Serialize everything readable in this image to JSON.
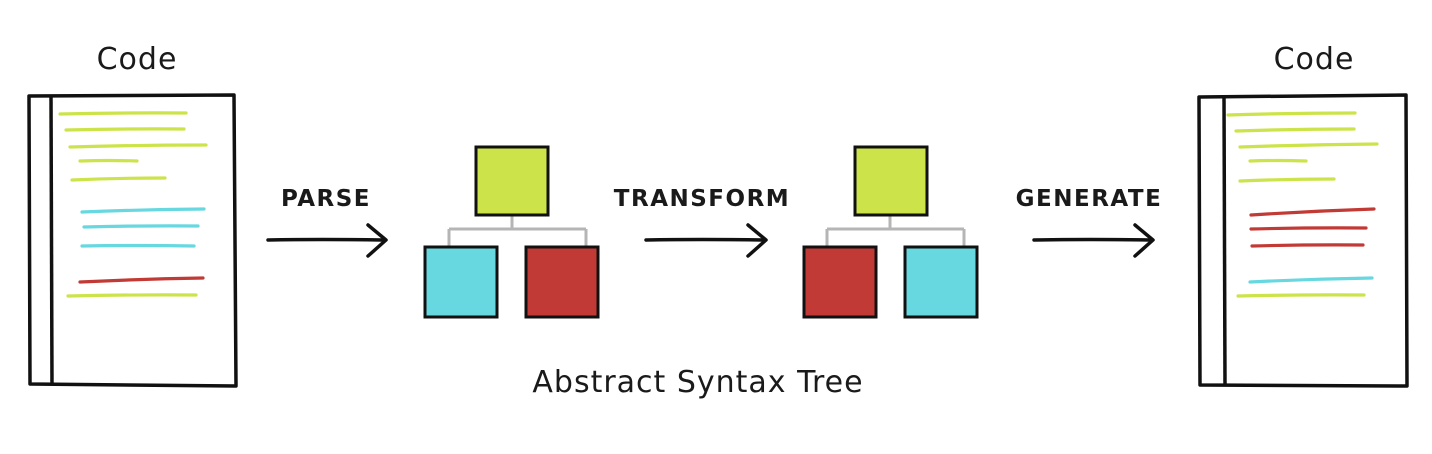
{
  "left_doc": {
    "title": "Code",
    "lines": [
      "lime",
      "lime",
      "lime",
      "lime",
      "lime",
      "cyan",
      "cyan",
      "cyan",
      "red",
      "lime"
    ]
  },
  "right_doc": {
    "title": "Code",
    "lines": [
      "lime",
      "lime",
      "lime",
      "lime",
      "lime",
      "red",
      "red",
      "red",
      "cyan",
      "lime"
    ]
  },
  "steps": {
    "parse": "PARSE",
    "transform": "TRANSFORM",
    "generate": "GENERATE"
  },
  "ast_caption": "Abstract Syntax Tree",
  "colors": {
    "lime": "#cde34a",
    "cyan": "#67d7e0",
    "red": "#c23a35",
    "ink": "#111111",
    "connector": "#b5b5b5"
  },
  "tree_before": {
    "root": "lime",
    "children": [
      "cyan",
      "red"
    ]
  },
  "tree_after": {
    "root": "lime",
    "children": [
      "red",
      "cyan"
    ]
  }
}
